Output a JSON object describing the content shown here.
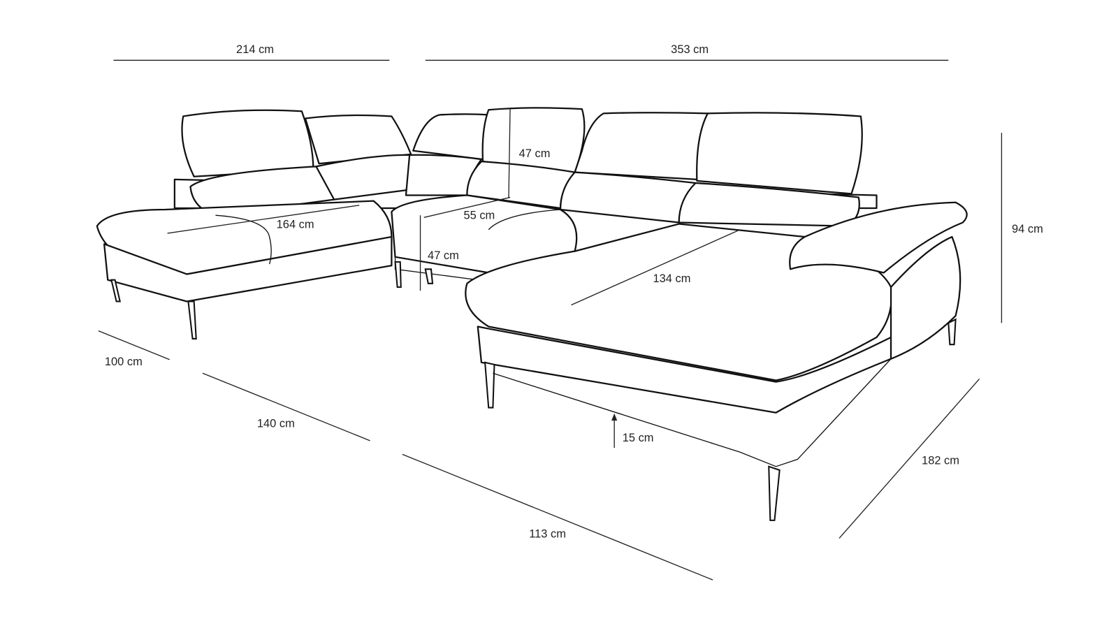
{
  "title": "Corner sofa dimensions",
  "dimensions": {
    "left_total_width": "214 cm",
    "right_total_width": "353 cm",
    "headrest_height": "47 cm",
    "seat_width_left": "164 cm",
    "seat_depth": "55 cm",
    "seat_height": "47 cm",
    "chaise_length": "134 cm",
    "total_height": "94 cm",
    "left_depth": "100 cm",
    "left_chaise_depth": "140 cm",
    "middle_depth": "113 cm",
    "ground_clearance": "15 cm",
    "right_chaise_depth": "182 cm"
  },
  "colors": {
    "line": "#111111",
    "background": "#ffffff"
  }
}
